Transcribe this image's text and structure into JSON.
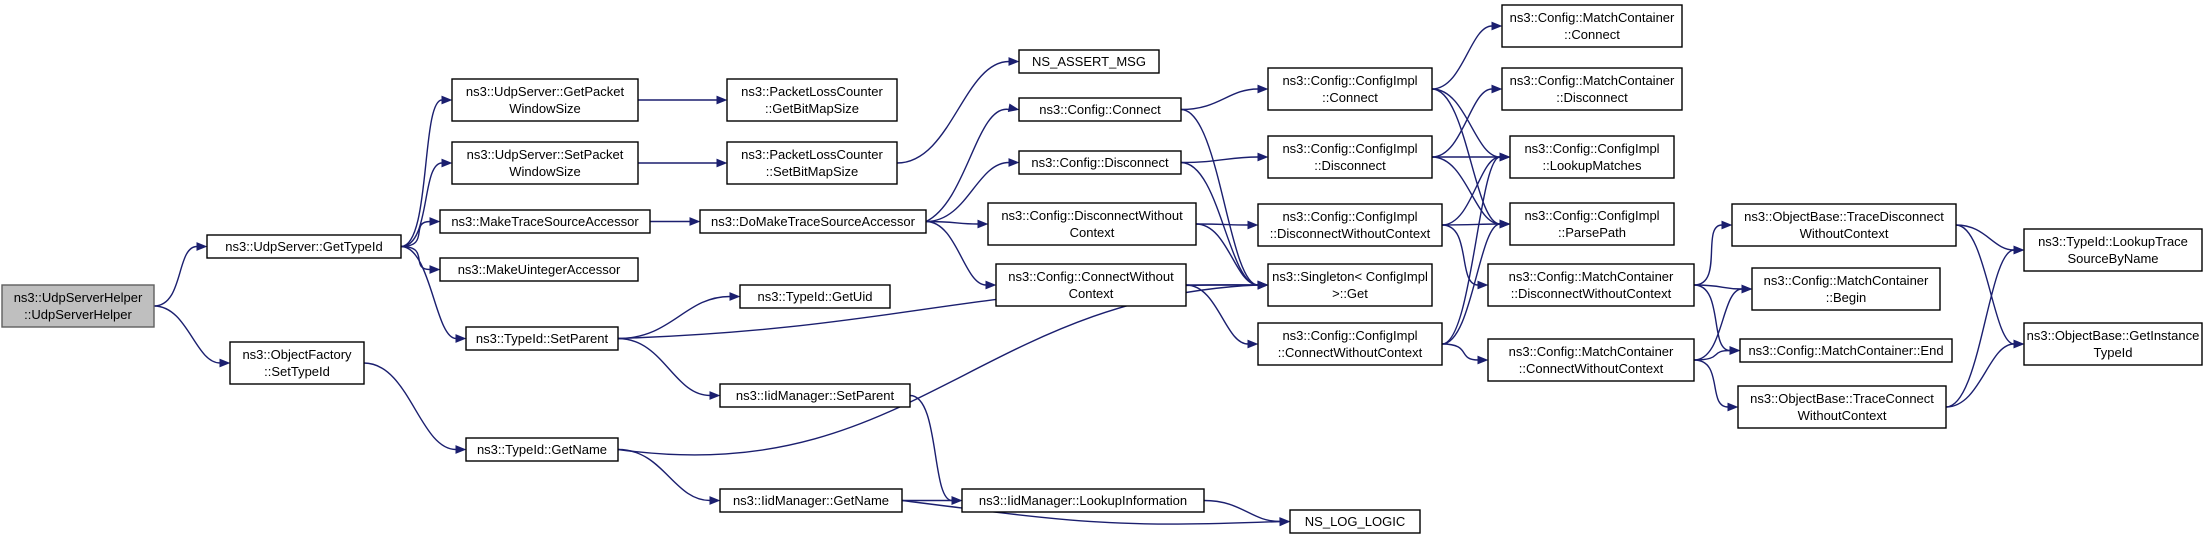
{
  "diagram": {
    "colors": {
      "root_fill": "#bfbfbf",
      "node_fill": "#ffffff",
      "node_border": "#000000",
      "edge": "#1b1f6f"
    },
    "nodes": [
      {
        "id": "root",
        "lines": [
          "ns3::UdpServerHelper",
          "::UdpServerHelper"
        ]
      },
      {
        "id": "udpserver_gettypeid",
        "lines": [
          "ns3::UdpServer::GetTypeId"
        ]
      },
      {
        "id": "objectfactory_settypeid",
        "lines": [
          "ns3::ObjectFactory",
          "::SetTypeId"
        ]
      },
      {
        "id": "udpserver_getpacketwindowsize",
        "lines": [
          "ns3::UdpServer::GetPacket",
          "WindowSize"
        ]
      },
      {
        "id": "udpserver_setpacketwindowsize",
        "lines": [
          "ns3::UdpServer::SetPacket",
          "WindowSize"
        ]
      },
      {
        "id": "maketracesourceaccessor",
        "lines": [
          "ns3::MakeTraceSourceAccessor"
        ]
      },
      {
        "id": "makeuintegeraccessor",
        "lines": [
          "ns3::MakeUintegerAccessor"
        ]
      },
      {
        "id": "typeid_setparent",
        "lines": [
          "ns3::TypeId::SetParent"
        ]
      },
      {
        "id": "typeid_getname",
        "lines": [
          "ns3::TypeId::GetName"
        ]
      },
      {
        "id": "packetlosscounter_getbitmapsize",
        "lines": [
          "ns3::PacketLossCounter",
          "::GetBitMapSize"
        ]
      },
      {
        "id": "packetlosscounter_setbitmapsize",
        "lines": [
          "ns3::PacketLossCounter",
          "::SetBitMapSize"
        ]
      },
      {
        "id": "domaketracesourceaccessor",
        "lines": [
          "ns3::DoMakeTraceSourceAccessor"
        ]
      },
      {
        "id": "typeid_getuid",
        "lines": [
          "ns3::TypeId::GetUid"
        ]
      },
      {
        "id": "iidmanager_setparent",
        "lines": [
          "ns3::IidManager::SetParent"
        ]
      },
      {
        "id": "iidmanager_getname",
        "lines": [
          "ns3::IidManager::GetName"
        ]
      },
      {
        "id": "ns_assert_msg",
        "lines": [
          "NS_ASSERT_MSG"
        ]
      },
      {
        "id": "config_connect",
        "lines": [
          "ns3::Config::Connect"
        ]
      },
      {
        "id": "config_disconnect",
        "lines": [
          "ns3::Config::Disconnect"
        ]
      },
      {
        "id": "config_disconnectwithoutcontext",
        "lines": [
          "ns3::Config::DisconnectWithout",
          "Context"
        ]
      },
      {
        "id": "config_connectwithoutcontext",
        "lines": [
          "ns3::Config::ConnectWithout",
          "Context"
        ]
      },
      {
        "id": "iidmanager_lookupinformation",
        "lines": [
          "ns3::IidManager::LookupInformation"
        ]
      },
      {
        "id": "configimpl_connect",
        "lines": [
          "ns3::Config::ConfigImpl",
          "::Connect"
        ]
      },
      {
        "id": "configimpl_disconnect",
        "lines": [
          "ns3::Config::ConfigImpl",
          "::Disconnect"
        ]
      },
      {
        "id": "configimpl_disconnectwithoutcontext",
        "lines": [
          "ns3::Config::ConfigImpl",
          "::DisconnectWithoutContext"
        ]
      },
      {
        "id": "singleton_get",
        "lines": [
          "ns3::Singleton< ConfigImpl",
          ">::Get"
        ]
      },
      {
        "id": "configimpl_connectwithoutcontext",
        "lines": [
          "ns3::Config::ConfigImpl",
          "::ConnectWithoutContext"
        ]
      },
      {
        "id": "ns_log_logic",
        "lines": [
          "NS_LOG_LOGIC"
        ]
      },
      {
        "id": "matchcontainer_connect",
        "lines": [
          "ns3::Config::MatchContainer",
          "::Connect"
        ]
      },
      {
        "id": "matchcontainer_disconnect",
        "lines": [
          "ns3::Config::MatchContainer",
          "::Disconnect"
        ]
      },
      {
        "id": "configimpl_lookupmatches",
        "lines": [
          "ns3::Config::ConfigImpl",
          "::LookupMatches"
        ]
      },
      {
        "id": "configimpl_parsepath",
        "lines": [
          "ns3::Config::ConfigImpl",
          "::ParsePath"
        ]
      },
      {
        "id": "matchcontainer_disconnectwithoutcontext",
        "lines": [
          "ns3::Config::MatchContainer",
          "::DisconnectWithoutContext"
        ]
      },
      {
        "id": "matchcontainer_connectwithoutcontext",
        "lines": [
          "ns3::Config::MatchContainer",
          "::ConnectWithoutContext"
        ]
      },
      {
        "id": "objectbase_tracedisconnectwithoutcontext",
        "lines": [
          "ns3::ObjectBase::TraceDisconnect",
          "WithoutContext"
        ]
      },
      {
        "id": "matchcontainer_begin",
        "lines": [
          "ns3::Config::MatchContainer",
          "::Begin"
        ]
      },
      {
        "id": "matchcontainer_end",
        "lines": [
          "ns3::Config::MatchContainer::End"
        ]
      },
      {
        "id": "objectbase_traceconnectwithoutcontext",
        "lines": [
          "ns3::ObjectBase::TraceConnect",
          "WithoutContext"
        ]
      },
      {
        "id": "typeid_lookuptracesourcebyname",
        "lines": [
          "ns3::TypeId::LookupTrace",
          "SourceByName"
        ]
      },
      {
        "id": "objectbase_getinstancetypeid",
        "lines": [
          "ns3::ObjectBase::GetInstance",
          "TypeId"
        ]
      }
    ],
    "edges": [
      [
        "root",
        "udpserver_gettypeid"
      ],
      [
        "root",
        "objectfactory_settypeid"
      ],
      [
        "udpserver_gettypeid",
        "udpserver_getpacketwindowsize"
      ],
      [
        "udpserver_gettypeid",
        "udpserver_setpacketwindowsize"
      ],
      [
        "udpserver_gettypeid",
        "maketracesourceaccessor"
      ],
      [
        "udpserver_gettypeid",
        "makeuintegeraccessor"
      ],
      [
        "udpserver_gettypeid",
        "typeid_setparent"
      ],
      [
        "objectfactory_settypeid",
        "typeid_getname"
      ],
      [
        "udpserver_getpacketwindowsize",
        "packetlosscounter_getbitmapsize"
      ],
      [
        "udpserver_setpacketwindowsize",
        "packetlosscounter_setbitmapsize"
      ],
      [
        "maketracesourceaccessor",
        "domaketracesourceaccessor"
      ],
      [
        "typeid_setparent",
        "typeid_getuid"
      ],
      [
        "typeid_setparent",
        "iidmanager_setparent"
      ],
      [
        "typeid_setparent",
        "singleton_get"
      ],
      [
        "typeid_getname",
        "iidmanager_getname"
      ],
      [
        "typeid_getname",
        "singleton_get"
      ],
      [
        "packetlosscounter_setbitmapsize",
        "ns_assert_msg"
      ],
      [
        "domaketracesourceaccessor",
        "config_connect"
      ],
      [
        "domaketracesourceaccessor",
        "config_disconnect"
      ],
      [
        "domaketracesourceaccessor",
        "config_disconnectwithoutcontext"
      ],
      [
        "domaketracesourceaccessor",
        "config_connectwithoutcontext"
      ],
      [
        "iidmanager_setparent",
        "iidmanager_lookupinformation"
      ],
      [
        "iidmanager_getname",
        "iidmanager_lookupinformation"
      ],
      [
        "iidmanager_getname",
        "ns_log_logic"
      ],
      [
        "config_connect",
        "configimpl_connect"
      ],
      [
        "config_connect",
        "singleton_get"
      ],
      [
        "config_disconnect",
        "configimpl_disconnect"
      ],
      [
        "config_disconnect",
        "singleton_get"
      ],
      [
        "config_disconnectwithoutcontext",
        "configimpl_disconnectwithoutcontext"
      ],
      [
        "config_disconnectwithoutcontext",
        "singleton_get"
      ],
      [
        "config_connectwithoutcontext",
        "singleton_get"
      ],
      [
        "config_connectwithoutcontext",
        "configimpl_connectwithoutcontext"
      ],
      [
        "iidmanager_lookupinformation",
        "ns_log_logic"
      ],
      [
        "configimpl_connect",
        "matchcontainer_connect"
      ],
      [
        "configimpl_connect",
        "configimpl_lookupmatches"
      ],
      [
        "configimpl_connect",
        "configimpl_parsepath"
      ],
      [
        "configimpl_disconnect",
        "matchcontainer_disconnect"
      ],
      [
        "configimpl_disconnect",
        "configimpl_lookupmatches"
      ],
      [
        "configimpl_disconnect",
        "configimpl_parsepath"
      ],
      [
        "configimpl_disconnectwithoutcontext",
        "configimpl_lookupmatches"
      ],
      [
        "configimpl_disconnectwithoutcontext",
        "configimpl_parsepath"
      ],
      [
        "configimpl_disconnectwithoutcontext",
        "matchcontainer_disconnectwithoutcontext"
      ],
      [
        "configimpl_connectwithoutcontext",
        "configimpl_lookupmatches"
      ],
      [
        "configimpl_connectwithoutcontext",
        "configimpl_parsepath"
      ],
      [
        "configimpl_connectwithoutcontext",
        "matchcontainer_connectwithoutcontext"
      ],
      [
        "matchcontainer_disconnectwithoutcontext",
        "objectbase_tracedisconnectwithoutcontext"
      ],
      [
        "matchcontainer_disconnectwithoutcontext",
        "matchcontainer_begin"
      ],
      [
        "matchcontainer_disconnectwithoutcontext",
        "matchcontainer_end"
      ],
      [
        "matchcontainer_connectwithoutcontext",
        "matchcontainer_begin"
      ],
      [
        "matchcontainer_connectwithoutcontext",
        "matchcontainer_end"
      ],
      [
        "matchcontainer_connectwithoutcontext",
        "objectbase_traceconnectwithoutcontext"
      ],
      [
        "objectbase_tracedisconnectwithoutcontext",
        "typeid_lookuptracesourcebyname"
      ],
      [
        "objectbase_tracedisconnectwithoutcontext",
        "objectbase_getinstancetypeid"
      ],
      [
        "objectbase_traceconnectwithoutcontext",
        "typeid_lookuptracesourcebyname"
      ],
      [
        "objectbase_traceconnectwithoutcontext",
        "objectbase_getinstancetypeid"
      ]
    ]
  }
}
